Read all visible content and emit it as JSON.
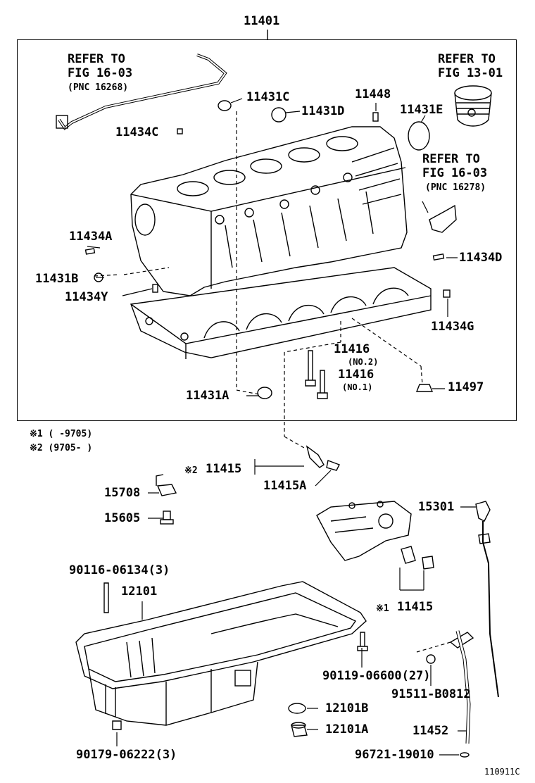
{
  "diagram": {
    "top_title": "11401",
    "refer_left": [
      "REFER TO",
      "FIG 16-03",
      "(PNC 16268)"
    ],
    "refer_right_top": [
      "REFER TO",
      "FIG 13-01"
    ],
    "refer_right_mid": [
      "REFER TO",
      "FIG 16-03",
      "(PNC 16278)"
    ],
    "parts": {
      "p11431C": "11431C",
      "p11434C": "11434C",
      "p11448": "11448",
      "p11431D": "11431D",
      "p11431E": "11431E",
      "p11434A": "11434A",
      "p11434D": "11434D",
      "p11431B": "11431B",
      "p11434Y": "11434Y",
      "p11434G": "11434G",
      "p11416a": "11416",
      "p11416a_note": "(NO.2)",
      "p11416b": "11416",
      "p11416b_note": "(NO.1)",
      "p11431A": "11431A",
      "p11497": "11497",
      "p11415a": "11415",
      "p11415A": "11415A",
      "p15708": "15708",
      "p15605": "15605",
      "p15301": "15301",
      "p90116": "90116-06134(3)",
      "p12101": "12101",
      "p11415b": "11415",
      "p90119": "90119-06600(27)",
      "p91511": "91511-B0812",
      "p12101B": "12101B",
      "p12101A": "12101A",
      "p11452": "11452",
      "p90179": "90179-06222(3)",
      "p96721": "96721-19010"
    },
    "notes": {
      "n1": "※1 (     -9705)",
      "n2": "※2 (9705-     )",
      "mark2": "※2",
      "mark1": "※1"
    },
    "figure_code": "110911C"
  }
}
